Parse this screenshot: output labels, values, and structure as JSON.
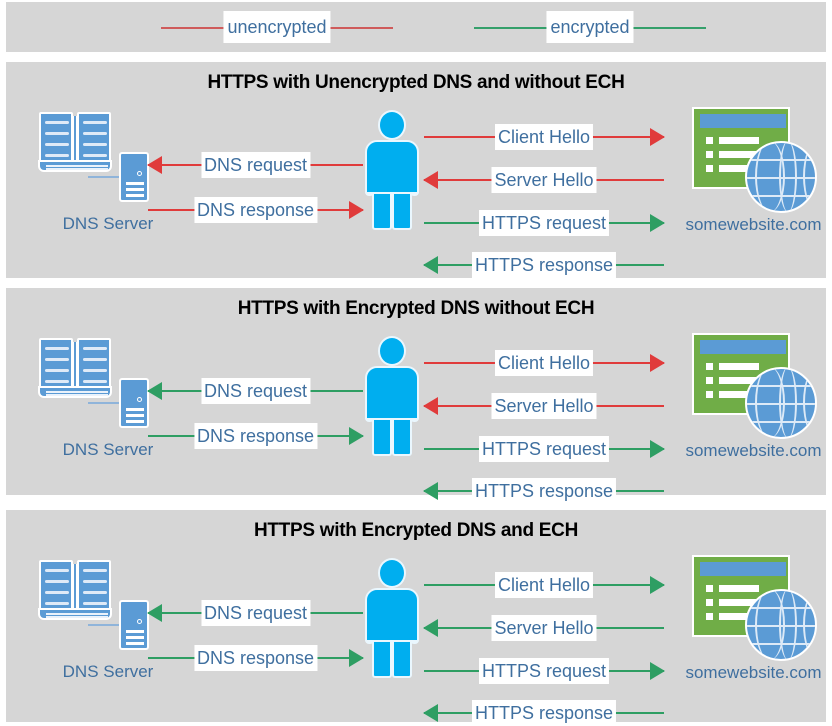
{
  "legend": {
    "items": [
      {
        "label": "unencrypted",
        "color": "#cf5b5b"
      },
      {
        "label": "encrypted",
        "color": "#35a06b"
      }
    ]
  },
  "colors": {
    "panel_background": "#d6d6d6",
    "page_background": "#ffffff",
    "unencrypted": "#e03b3b",
    "encrypted": "#2e9e63",
    "label_text": "#3f6f9f",
    "title_text": "#000000",
    "person": "#00aeef",
    "server_blue": "#5b9bd5",
    "browser_green": "#70ad47"
  },
  "nodes": {
    "dns_server_label": "DNS Server",
    "website_label": "somewebsite.com",
    "icons": {
      "dns": "book-icon",
      "server": "server-tower-icon",
      "user": "person-icon",
      "browser": "browser-window-icon",
      "globe": "globe-icon"
    }
  },
  "panels": [
    {
      "id": "panel-1",
      "title": "HTTPS with Unencrypted DNS and without ECH",
      "dns_server_label": "DNS Server",
      "website_label": "somewebsite.com",
      "flows": [
        {
          "label": "DNS request",
          "encrypted": false,
          "direction": "left",
          "side": "left"
        },
        {
          "label": "DNS response",
          "encrypted": false,
          "direction": "right",
          "side": "left"
        },
        {
          "label": "Client Hello",
          "encrypted": false,
          "direction": "right",
          "side": "right"
        },
        {
          "label": "Server Hello",
          "encrypted": false,
          "direction": "left",
          "side": "right"
        },
        {
          "label": "HTTPS request",
          "encrypted": true,
          "direction": "right",
          "side": "right"
        },
        {
          "label": "HTTPS response",
          "encrypted": true,
          "direction": "left",
          "side": "right"
        }
      ]
    },
    {
      "id": "panel-2",
      "title": "HTTPS with Encrypted DNS without ECH",
      "dns_server_label": "DNS Server",
      "website_label": "somewebsite.com",
      "flows": [
        {
          "label": "DNS request",
          "encrypted": true,
          "direction": "left",
          "side": "left"
        },
        {
          "label": "DNS response",
          "encrypted": true,
          "direction": "right",
          "side": "left"
        },
        {
          "label": "Client Hello",
          "encrypted": false,
          "direction": "right",
          "side": "right"
        },
        {
          "label": "Server Hello",
          "encrypted": false,
          "direction": "left",
          "side": "right"
        },
        {
          "label": "HTTPS request",
          "encrypted": true,
          "direction": "right",
          "side": "right"
        },
        {
          "label": "HTTPS response",
          "encrypted": true,
          "direction": "left",
          "side": "right"
        }
      ]
    },
    {
      "id": "panel-3",
      "title": "HTTPS with Encrypted DNS and ECH",
      "dns_server_label": "DNS Server",
      "website_label": "somewebsite.com",
      "flows": [
        {
          "label": "DNS request",
          "encrypted": true,
          "direction": "left",
          "side": "left"
        },
        {
          "label": "DNS response",
          "encrypted": true,
          "direction": "right",
          "side": "left"
        },
        {
          "label": "Client Hello",
          "encrypted": true,
          "direction": "right",
          "side": "right"
        },
        {
          "label": "Server Hello",
          "encrypted": true,
          "direction": "left",
          "side": "right"
        },
        {
          "label": "HTTPS request",
          "encrypted": true,
          "direction": "right",
          "side": "right"
        },
        {
          "label": "HTTPS response",
          "encrypted": true,
          "direction": "left",
          "side": "right"
        }
      ]
    }
  ]
}
